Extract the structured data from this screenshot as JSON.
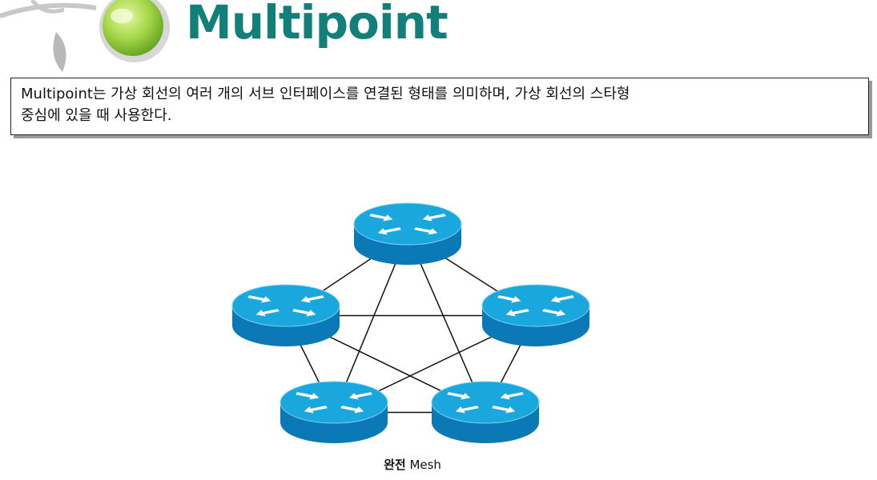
{
  "header": {
    "title": "Multipoint"
  },
  "description": {
    "line1": "Multipoint는 가상 회선의 여러 개의 서브 인터페이스를 연결된 형태를 의미하며, 가상 회선의 스타형",
    "line2": "중심에 있을 때 사용한다."
  },
  "diagram": {
    "caption_bold": "완전",
    "caption_rest": " Mesh",
    "routers": [
      {
        "id": "r1",
        "icon": "router-icon"
      },
      {
        "id": "r2",
        "icon": "router-icon"
      },
      {
        "id": "r3",
        "icon": "router-icon"
      },
      {
        "id": "r4",
        "icon": "router-icon"
      },
      {
        "id": "r5",
        "icon": "router-icon"
      }
    ],
    "links": [
      [
        "r1",
        "r2"
      ],
      [
        "r1",
        "r3"
      ],
      [
        "r1",
        "r4"
      ],
      [
        "r1",
        "r5"
      ],
      [
        "r2",
        "r3"
      ],
      [
        "r2",
        "r4"
      ],
      [
        "r2",
        "r5"
      ],
      [
        "r3",
        "r4"
      ],
      [
        "r3",
        "r5"
      ],
      [
        "r4",
        "r5"
      ]
    ]
  },
  "colors": {
    "title": "#127f7a",
    "router_top": "#19a7de",
    "router_side": "#0b79b6",
    "logo_green": "#8cc63f"
  }
}
